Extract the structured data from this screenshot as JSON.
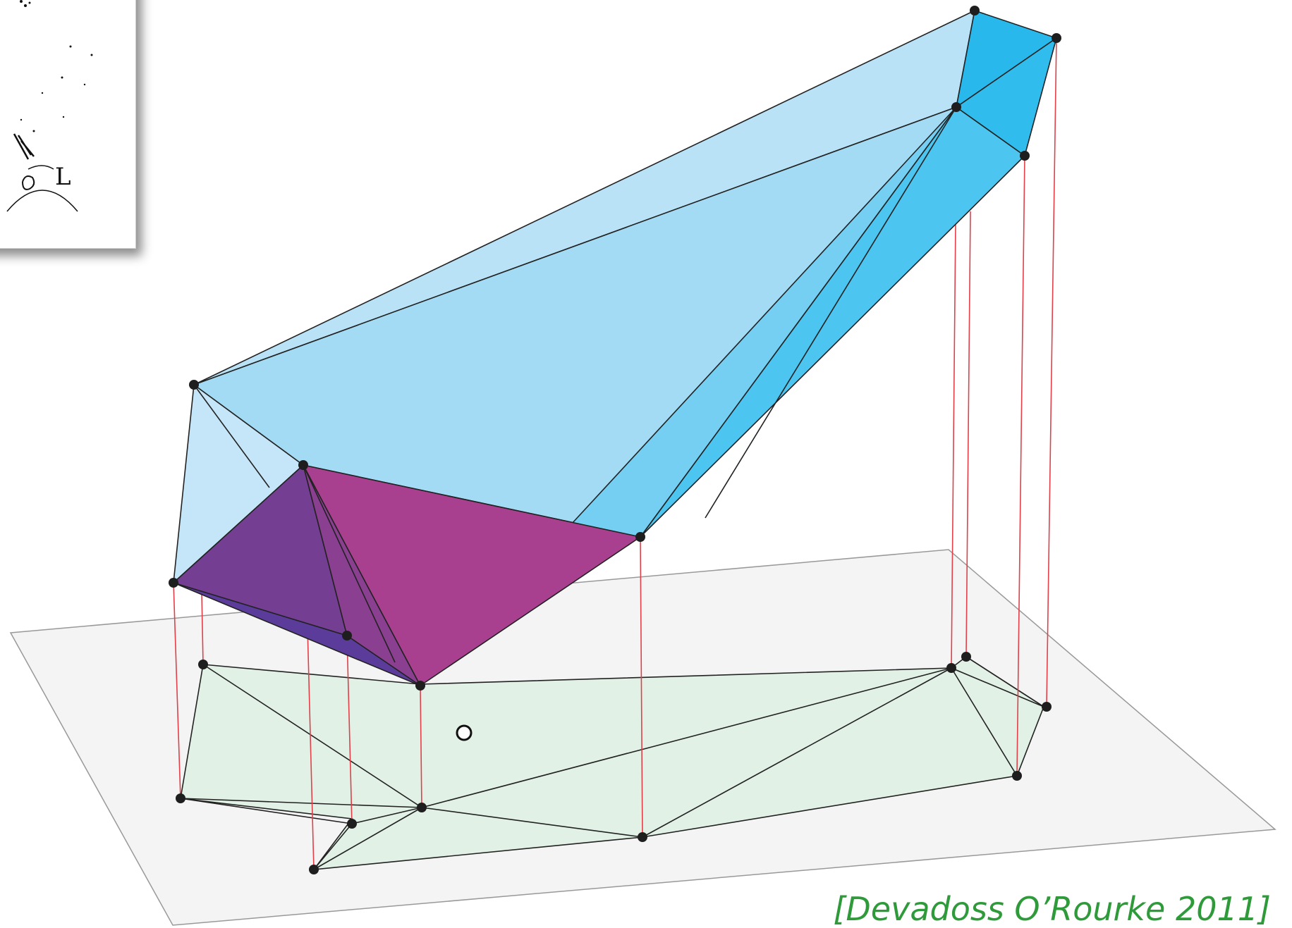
{
  "citation": "[Devadoss O’Rourke 2011]",
  "inset": {
    "label": "L",
    "description_icon": "historical-sketch"
  },
  "colors": {
    "plane": "#f4f4f4",
    "projection": "#e1f1e6",
    "upper_light": "#b9e2f6",
    "upper_mid": "#a3dbf5",
    "upper_dark": "#4cc6f0",
    "upper_end": "#29b8ec",
    "lower_magenta": "#a8408f",
    "lower_purple": "#743f93",
    "lower_violet": "#5b3c9a",
    "vertical_lines": "#e0404a",
    "edges": "#222222"
  }
}
